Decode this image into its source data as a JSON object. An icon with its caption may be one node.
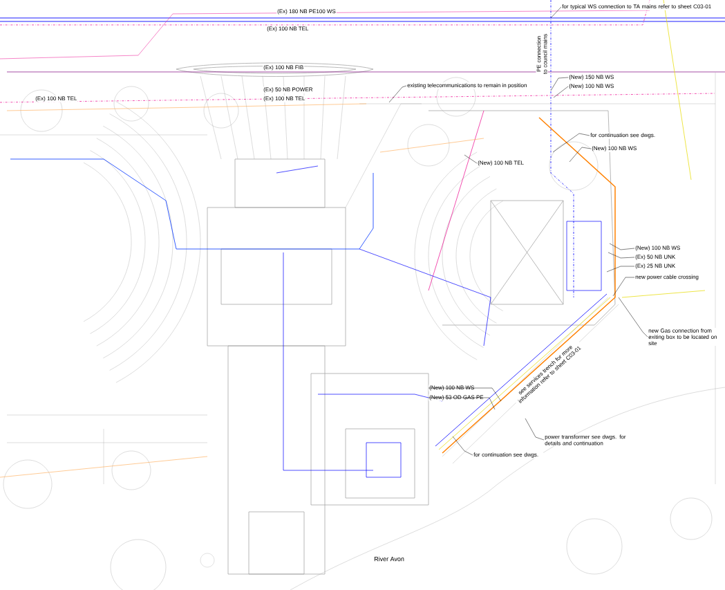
{
  "diagram": {
    "nodes": [
      {
        "text": [
          "for typical WS connection to TA mains refer to sheet C03-01"
        ]
      },
      {
        "text": [
          "existing telecommunications to remain in position"
        ]
      },
      {
        "text": [
          "(New) 150 NB WS"
        ]
      },
      {
        "text": [
          "(New) 100 NB WS"
        ]
      },
      {
        "text": [
          "(New) 100 NB TEL"
        ]
      },
      {
        "text": [
          "for continuation see dwgs."
        ]
      },
      {
        "text": [
          "(New) 100 NB WS"
        ]
      },
      {
        "text": [
          "(New) 100 NB WS"
        ]
      },
      {
        "text": [
          "(Ex) 50 NB UNK"
        ]
      },
      {
        "text": [
          "(Ex) 25 NB UNK"
        ]
      },
      {
        "text": [
          "new power cable crossing"
        ]
      },
      {
        "text": [
          "new Gas connection from exiting box to be located on site"
        ]
      },
      {
        "text": [
          "(New) 100 NB WS"
        ]
      },
      {
        "text": [
          "(New) 53 OD GAS PE"
        ]
      },
      {
        "text": [
          "power transformer see dwgs. for details and continuation"
        ]
      },
      {
        "text": [
          "for continuation see dwgs."
        ]
      }
    ],
    "edges": [
      {
        "from": 0,
        "to": null,
        "arrow": "none"
      },
      {
        "from": 1,
        "to": null,
        "arrow": "none"
      },
      {
        "from": 2,
        "to": null,
        "arrow": "none"
      },
      {
        "from": 3,
        "to": null,
        "arrow": "none"
      },
      {
        "from": 4,
        "to": null,
        "arrow": "none"
      },
      {
        "from": 5,
        "to": null,
        "arrow": "none"
      },
      {
        "from": 6,
        "to": null,
        "arrow": "none"
      },
      {
        "from": 7,
        "to": null,
        "arrow": "none"
      },
      {
        "from": 8,
        "to": null,
        "arrow": "none"
      },
      {
        "from": 9,
        "to": null,
        "arrow": "none"
      },
      {
        "from": 10,
        "to": null,
        "arrow": "none"
      },
      {
        "from": 11,
        "to": null,
        "arrow": "none"
      },
      {
        "from": 12,
        "to": null,
        "arrow": "none"
      },
      {
        "from": 13,
        "to": null,
        "arrow": "none"
      },
      {
        "from": 14,
        "to": null,
        "arrow": "none"
      },
      {
        "from": 15,
        "to": null,
        "arrow": "none"
      }
    ],
    "labels": [
      "(Ex) 180 NB PE100 WS",
      "(Ex) 100 NB TEL",
      "PE connection to council mains",
      "(Ex) 100 NB FIB",
      "(Ex) 50 NB POWER",
      "(Ex) 100 NB TEL",
      "(Ex) 100 NB TEL",
      "see services trench for more information refer to sheet C03-01",
      "River Avon"
    ]
  }
}
